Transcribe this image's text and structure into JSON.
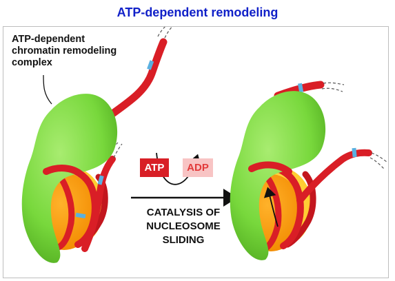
{
  "title": "ATP-dependent remodeling",
  "complex_label_lines": [
    "ATP-dependent",
    "chromatin remodeling",
    "complex"
  ],
  "atp_label": "ATP",
  "adp_label": "ADP",
  "reaction_lines": [
    "CATALYSIS OF",
    "NUCLEOSOME SLIDING"
  ],
  "colors": {
    "title": "#1020c8",
    "remodeler": "#7ad640",
    "histone": "#ffa41a",
    "dna": "#d91e26",
    "dna_marker": "#5ab0e0",
    "atp_box": "#d81f26",
    "adp_box": "#f8c4c4"
  }
}
